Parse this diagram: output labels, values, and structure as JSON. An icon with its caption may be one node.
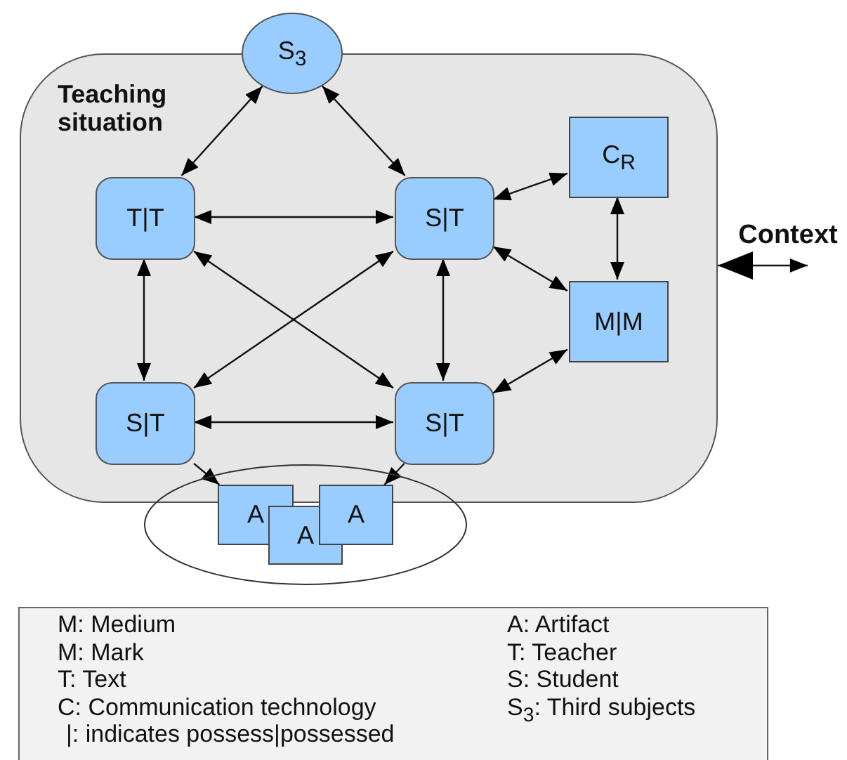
{
  "diagram": {
    "nodes": [
      {
        "text": [
          "Teaching situation"
        ]
      },
      {
        "text": [
          "S$_{3}$"
        ]
      },
      {
        "text": [
          "T|T"
        ],
        "in": 0
      },
      {
        "text": [
          "S|T"
        ],
        "in": 0
      },
      {
        "text": [
          "C$_{R}$"
        ],
        "in": 0
      },
      {
        "text": [
          "M|M"
        ],
        "in": 0
      },
      {
        "text": [
          "S|T"
        ],
        "in": 0
      },
      {
        "text": [
          "S|T"
        ],
        "in": 0
      },
      {
        "text": [],
        "shape": "ellipse"
      },
      {
        "text": [
          "A"
        ],
        "in": 8
      },
      {
        "text": [
          "A"
        ],
        "in": 8
      },
      {
        "text": [
          "A"
        ],
        "in": 8
      },
      {
        "text": [
          "Context"
        ]
      }
    ],
    "edges": [
      {
        "from": 1,
        "to": 2,
        "arrow": "both"
      },
      {
        "from": 1,
        "to": 3,
        "arrow": "both"
      },
      {
        "from": 2,
        "to": 3,
        "arrow": "both"
      },
      {
        "from": 3,
        "to": 4,
        "arrow": "both"
      },
      {
        "from": 3,
        "to": 5,
        "arrow": "both"
      },
      {
        "from": 4,
        "to": 5,
        "arrow": "both"
      },
      {
        "from": 2,
        "to": 6,
        "arrow": "both"
      },
      {
        "from": 2,
        "to": 7,
        "arrow": "both"
      },
      {
        "from": 3,
        "to": 6,
        "arrow": "both"
      },
      {
        "from": 3,
        "to": 7,
        "arrow": "both"
      },
      {
        "from": 6,
        "to": 7,
        "arrow": "both"
      },
      {
        "from": 5,
        "to": 7,
        "arrow": "both"
      },
      {
        "from": 6,
        "to": 9,
        "arrow": "to"
      },
      {
        "from": 7,
        "to": 11,
        "arrow": "to"
      },
      {
        "from": 12,
        "to": 0,
        "arrow": "both"
      }
    ],
    "labels": [
      "M: Medium",
      "A: Artifact",
      "M: Mark",
      "T: Teacher",
      "T: Text",
      "S: Student",
      "C: Communication technology",
      "S$_{3}$: Third subjects",
      "|: indicates possess|possessed"
    ]
  }
}
